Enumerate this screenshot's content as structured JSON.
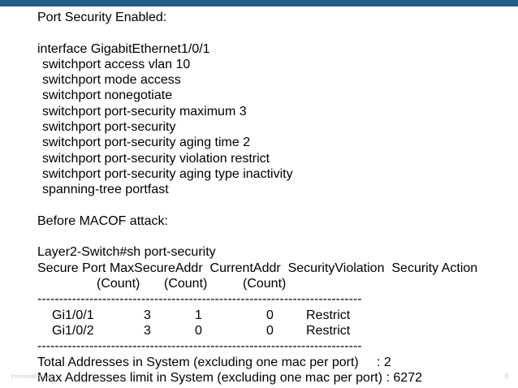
{
  "slide": {
    "heading": "Port Security Enabled:",
    "interface_line": "interface GigabitEthernet1/0/1",
    "config_lines": [
      "switchport access vlan 10",
      "switchport mode access",
      "switchport nonegotiate",
      "switchport port-security maximum 3",
      "switchport port-security",
      "switchport port-security aging time 2",
      "switchport port-security violation restrict",
      "switchport port-security aging type inactivity",
      "spanning-tree portfast"
    ],
    "before_heading": "Before MACOF attack:",
    "command": "Layer2-Switch#sh port-security",
    "table_header": [
      "Secure Port",
      "MaxSecureAddr",
      "CurrentAddr",
      "SecurityViolation",
      "Security Action"
    ],
    "table_subheader": [
      "(Count)",
      "(Count)",
      "(Count)"
    ],
    "separator": "---------------------------------------------------------------------------",
    "rows": [
      {
        "port": "Gi1/0/1",
        "max": "3",
        "current": "1",
        "violation": "0",
        "action": "Restrict"
      },
      {
        "port": "Gi1/0/2",
        "max": "3",
        "current": "0",
        "violation": "0",
        "action": "Restrict"
      }
    ],
    "total_line": "Total Addresses in System (excluding one mac per port)     : 2",
    "max_line": "Max Addresses limit in System (excluding one mac per port) : 6272"
  },
  "footer": {
    "left_text": "Presentation_ID",
    "page_number": "8"
  },
  "colors": {
    "top_bar": "#1f5f86"
  }
}
